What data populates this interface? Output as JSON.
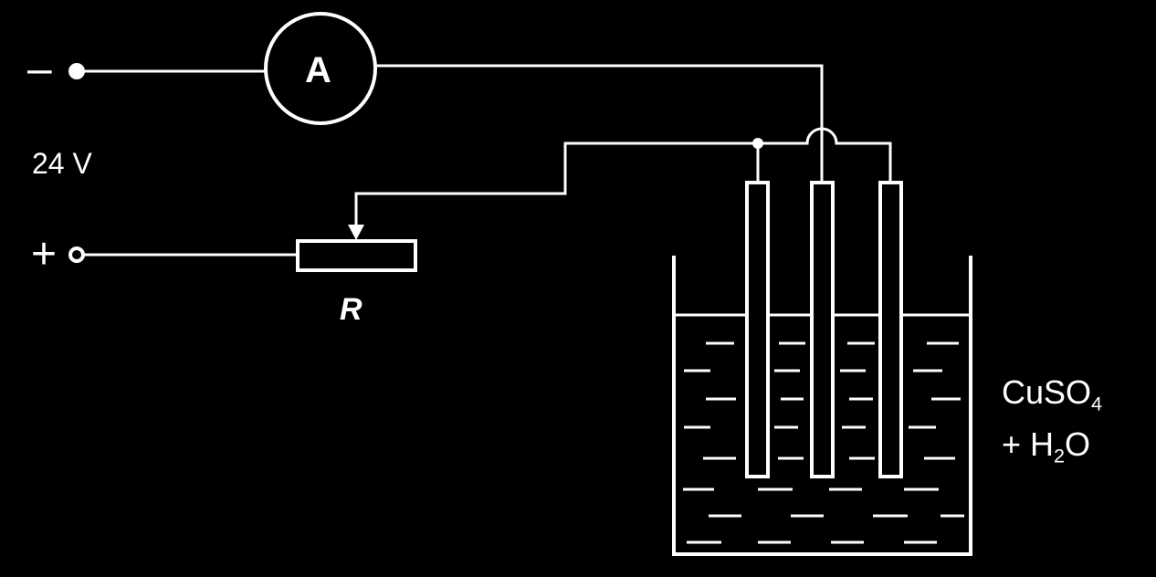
{
  "terminals": {
    "negative_symbol": "–",
    "positive_symbol": "+",
    "voltage": "24 V"
  },
  "ammeter": {
    "symbol": "A"
  },
  "resistor": {
    "label": "R"
  },
  "solution": {
    "line1_main": "CuSO",
    "line1_sub": "4",
    "line2_prefix": "+ H",
    "line2_sub": "2",
    "line2_suffix": "O"
  }
}
